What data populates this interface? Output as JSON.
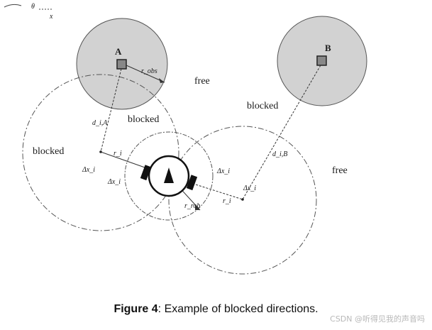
{
  "figure": {
    "corner_theta": "θ",
    "corner_x": "x",
    "obstacle_a_label": "A",
    "obstacle_b_label": "B",
    "r_obstacle_label": "r_obs",
    "d_a_label": "d_i,A",
    "d_b_label": "d_i,B",
    "r_i_left_label": "r_i",
    "r_i_right_label": "r_i",
    "r_robot_label": "r_rob",
    "delta_left_label": "Δx_i",
    "delta_center_left_label": "Δx_i",
    "delta_center_right_label": "Δx_i",
    "delta_right_label": "Δx_i",
    "free_top_label": "free",
    "free_right_label": "free",
    "blocked_center_label": "blocked",
    "blocked_left_label": "blocked",
    "blocked_top_right_label": "blocked"
  },
  "caption": {
    "prefix": "Figure 4",
    "text": ": Example of blocked directions."
  },
  "watermark": "CSDN @听得见我的声音吗",
  "colors": {
    "shaded_obstacle": "#d2d2d2",
    "line": "#333333",
    "background": "#ffffff"
  }
}
